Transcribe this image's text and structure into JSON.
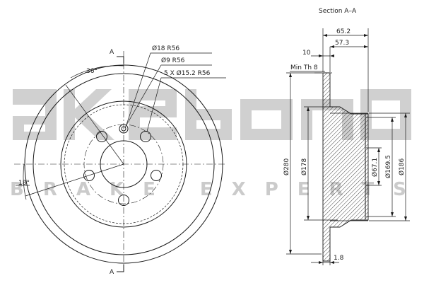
{
  "section_title": "Section A–A",
  "section_marks": [
    "A",
    "A"
  ],
  "front_view": {
    "angle_top": "36°",
    "angle_left": "18°",
    "callouts": [
      "Ø18  R56",
      "Ø9  R56",
      "5 X Ø15.2  R56"
    ]
  },
  "section_view": {
    "dim_overall_width": "65.2",
    "dim_hat_depth": "57.3",
    "dim_disc_thickness": "10",
    "min_thickness_label": "Min Th 8",
    "dim_flange": "1.8",
    "diameters": [
      "Ø280",
      "Ø178",
      "Ø67.1",
      "Ø169.5",
      "Ø186"
    ]
  },
  "watermark": {
    "brand": "akebono",
    "tagline": "BRAKE EXPERTS"
  },
  "colors": {
    "line": "#1a1a1a",
    "watermark": "#a9a9a9"
  }
}
